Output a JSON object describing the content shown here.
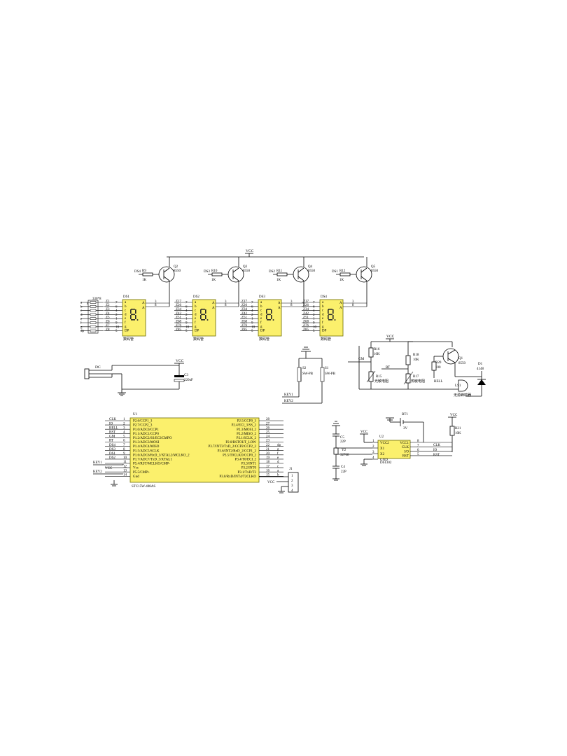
{
  "power": {
    "vcc": "VCC"
  },
  "display": {
    "transistors": [
      {
        "ref": "Q2",
        "part": "8550",
        "res": "R9",
        "val": "1K",
        "net": "DS4"
      },
      {
        "ref": "Q3",
        "part": "8550",
        "res": "R10",
        "val": "1K",
        "net": "DS3"
      },
      {
        "ref": "Q4",
        "part": "8550",
        "res": "R11",
        "val": "1K",
        "net": "DS2"
      },
      {
        "ref": "Q5",
        "part": "8550",
        "res": "R12",
        "val": "1K",
        "net": "DS1"
      }
    ],
    "digits": [
      {
        "ref": "DS1",
        "name": "数码管",
        "zlabels": [
          "Z1",
          "Z2",
          "Z3",
          "Z4",
          "Z5",
          "Z6",
          "Z7",
          "Z8"
        ]
      },
      {
        "ref": "DS2",
        "name": "数码管",
        "zlabels": [
          "Z17",
          "Z26",
          "Z34",
          "Z42",
          "Z51",
          "Z68",
          "Z76",
          "Z85"
        ]
      },
      {
        "ref": "DS3",
        "name": "数码管",
        "zlabels": [
          "Z17",
          "Z26",
          "Z34",
          "Z42",
          "Z51",
          "Z68",
          "Z76",
          "Z85"
        ]
      },
      {
        "ref": "DS4",
        "name": "数码管",
        "zlabels": [
          "Z17",
          "Z26",
          "Z34",
          "Z42",
          "Z51",
          "Z68",
          "Z76",
          "Z85"
        ]
      }
    ],
    "seg_letters": [
      "a",
      "b",
      "c",
      "d",
      "e",
      "f",
      "g",
      "DP"
    ],
    "pin_nums": [
      "7",
      "6",
      "4",
      "2",
      "1",
      "9",
      "10",
      "5"
    ],
    "common_label": "A",
    "common_pins": [
      "3",
      "8"
    ],
    "resnet": {
      "ref": "R1",
      "val": "330*8",
      "inputs": [
        "a",
        "b",
        "c",
        "d",
        "e",
        "f",
        "g",
        "dp"
      ]
    }
  },
  "power_in": {
    "jack": "DC",
    "cap_ref": "C3",
    "cap_val": "220uF"
  },
  "buttons": {
    "s2": "S2",
    "s1": "S1",
    "type": "SW-PB",
    "key1": "KEY1",
    "key2": "KEY2"
  },
  "sensors": {
    "r16": "R16",
    "r16v": "10K",
    "r15": "R15",
    "r15n": "光敏电阻",
    "gm": "GM",
    "r18": "R18",
    "r18v": "10K",
    "r17": "R17",
    "r17n": "热敏电阻",
    "rt": "RT",
    "r20": "R20",
    "r20v": "100",
    "q1": "Q1",
    "q1v": "8550",
    "d1": "D1",
    "d1v": "4148",
    "bell": "BELL",
    "ls1": "LS1",
    "ls1n": "无源蜂鸣器"
  },
  "mcu": {
    "ref": "U1",
    "part": "STC15W-408AS",
    "left_pins": [
      {
        "net": "CLK",
        "num": "1",
        "name": "P2.6/CCP1_3"
      },
      {
        "net": "IO",
        "num": "2",
        "name": "P2.7/CCP2_3"
      },
      {
        "net": "BELL",
        "num": "3",
        "name": "P1.0/ADC0/CCP1"
      },
      {
        "net": "RST",
        "num": "4",
        "name": "P1.1/ADC1/CCP0"
      },
      {
        "net": "GM",
        "num": "5",
        "name": "P1.2/ADC2/SS/ECI/CMPO"
      },
      {
        "net": "RT",
        "num": "6",
        "name": "P1.3/ADC3/MOSI"
      },
      {
        "net": "DS4",
        "num": "7",
        "name": "P1.4/ADC4/MISO"
      },
      {
        "net": "DS3",
        "num": "8",
        "name": "P1.5/ADC5/SCLK"
      },
      {
        "net": "DS1",
        "num": "9",
        "name": "P1.6/ADC6/RxD_3/XTAL2/MCLKO_2"
      },
      {
        "net": "DS2",
        "num": "10",
        "name": "P1.7/ADC7/TxD_3/XTAL1"
      },
      {
        "net": "",
        "num": "11",
        "name": "P5.4/RST/MCLKO/CMP-"
      },
      {
        "net": "",
        "num": "12",
        "name": "Vcc"
      },
      {
        "net": "",
        "num": "13",
        "name": "P5.5/CMP+"
      },
      {
        "net": "",
        "num": "14",
        "name": "Gnd"
      }
    ],
    "right_pins": [
      {
        "num": "28",
        "net": "",
        "name": "P2.5/CCP0_3"
      },
      {
        "num": "27",
        "net": "",
        "name": "P2.4/ECI_3/SS_2"
      },
      {
        "num": "26",
        "net": "",
        "name": "P2.3/MOSI_2"
      },
      {
        "num": "25",
        "net": "",
        "name": "P2.2/MISO_2"
      },
      {
        "num": "24",
        "net": "",
        "name": "P2.1/SCLK_2"
      },
      {
        "num": "23",
        "net": "",
        "name": "P2.0/RSTOUT_LOW"
      },
      {
        "num": "22",
        "net": "dp",
        "name": "P3.7/INT3/TxD_2/CCP2/CCP2_2"
      },
      {
        "num": "21",
        "net": "g",
        "name": "P3.6/INT2/RxD_2/CCP1_2"
      },
      {
        "num": "20",
        "net": "f",
        "name": "P3.5/T0CLKO/CCP0_2"
      },
      {
        "num": "19",
        "net": "e",
        "name": "P3.4/T0/ECI_2"
      },
      {
        "num": "18",
        "net": "d",
        "name": "P3.3/INT1"
      },
      {
        "num": "17",
        "net": "c",
        "name": "P3.2/INT0"
      },
      {
        "num": "16",
        "net": "a",
        "name": "P3.1/TxD/T2"
      },
      {
        "num": "15",
        "net": "b",
        "name": "P3.0/RxD/INT4/T2CLKO"
      }
    ],
    "key1": "KEY1",
    "key2": "KEY2",
    "vcc": "VCC"
  },
  "header": {
    "ref": "J1",
    "pins": [
      "1",
      "2",
      "3",
      "4"
    ],
    "vcc": "VCC"
  },
  "rtc": {
    "ref": "U2",
    "part": "DS1302",
    "bt": "BT1",
    "btv": "3V",
    "c5": "C5",
    "c5v": "22P",
    "c4": "C4",
    "c4v": "22P",
    "y2": "Y2",
    "y2v": "32768",
    "r21": "R21",
    "r21v": "10K",
    "left": [
      {
        "num": "1",
        "name": "VCC2"
      },
      {
        "num": "2",
        "name": "X1"
      },
      {
        "num": "3",
        "name": "X2"
      },
      {
        "num": "4",
        "name": "GND"
      }
    ],
    "right": [
      {
        "num": "8",
        "name": "VCC1"
      },
      {
        "num": "7",
        "name": "CLK"
      },
      {
        "num": "6",
        "name": "I/O"
      },
      {
        "num": "5",
        "name": "RST"
      }
    ],
    "nets": [
      "CLK",
      "IO",
      "RST"
    ]
  }
}
